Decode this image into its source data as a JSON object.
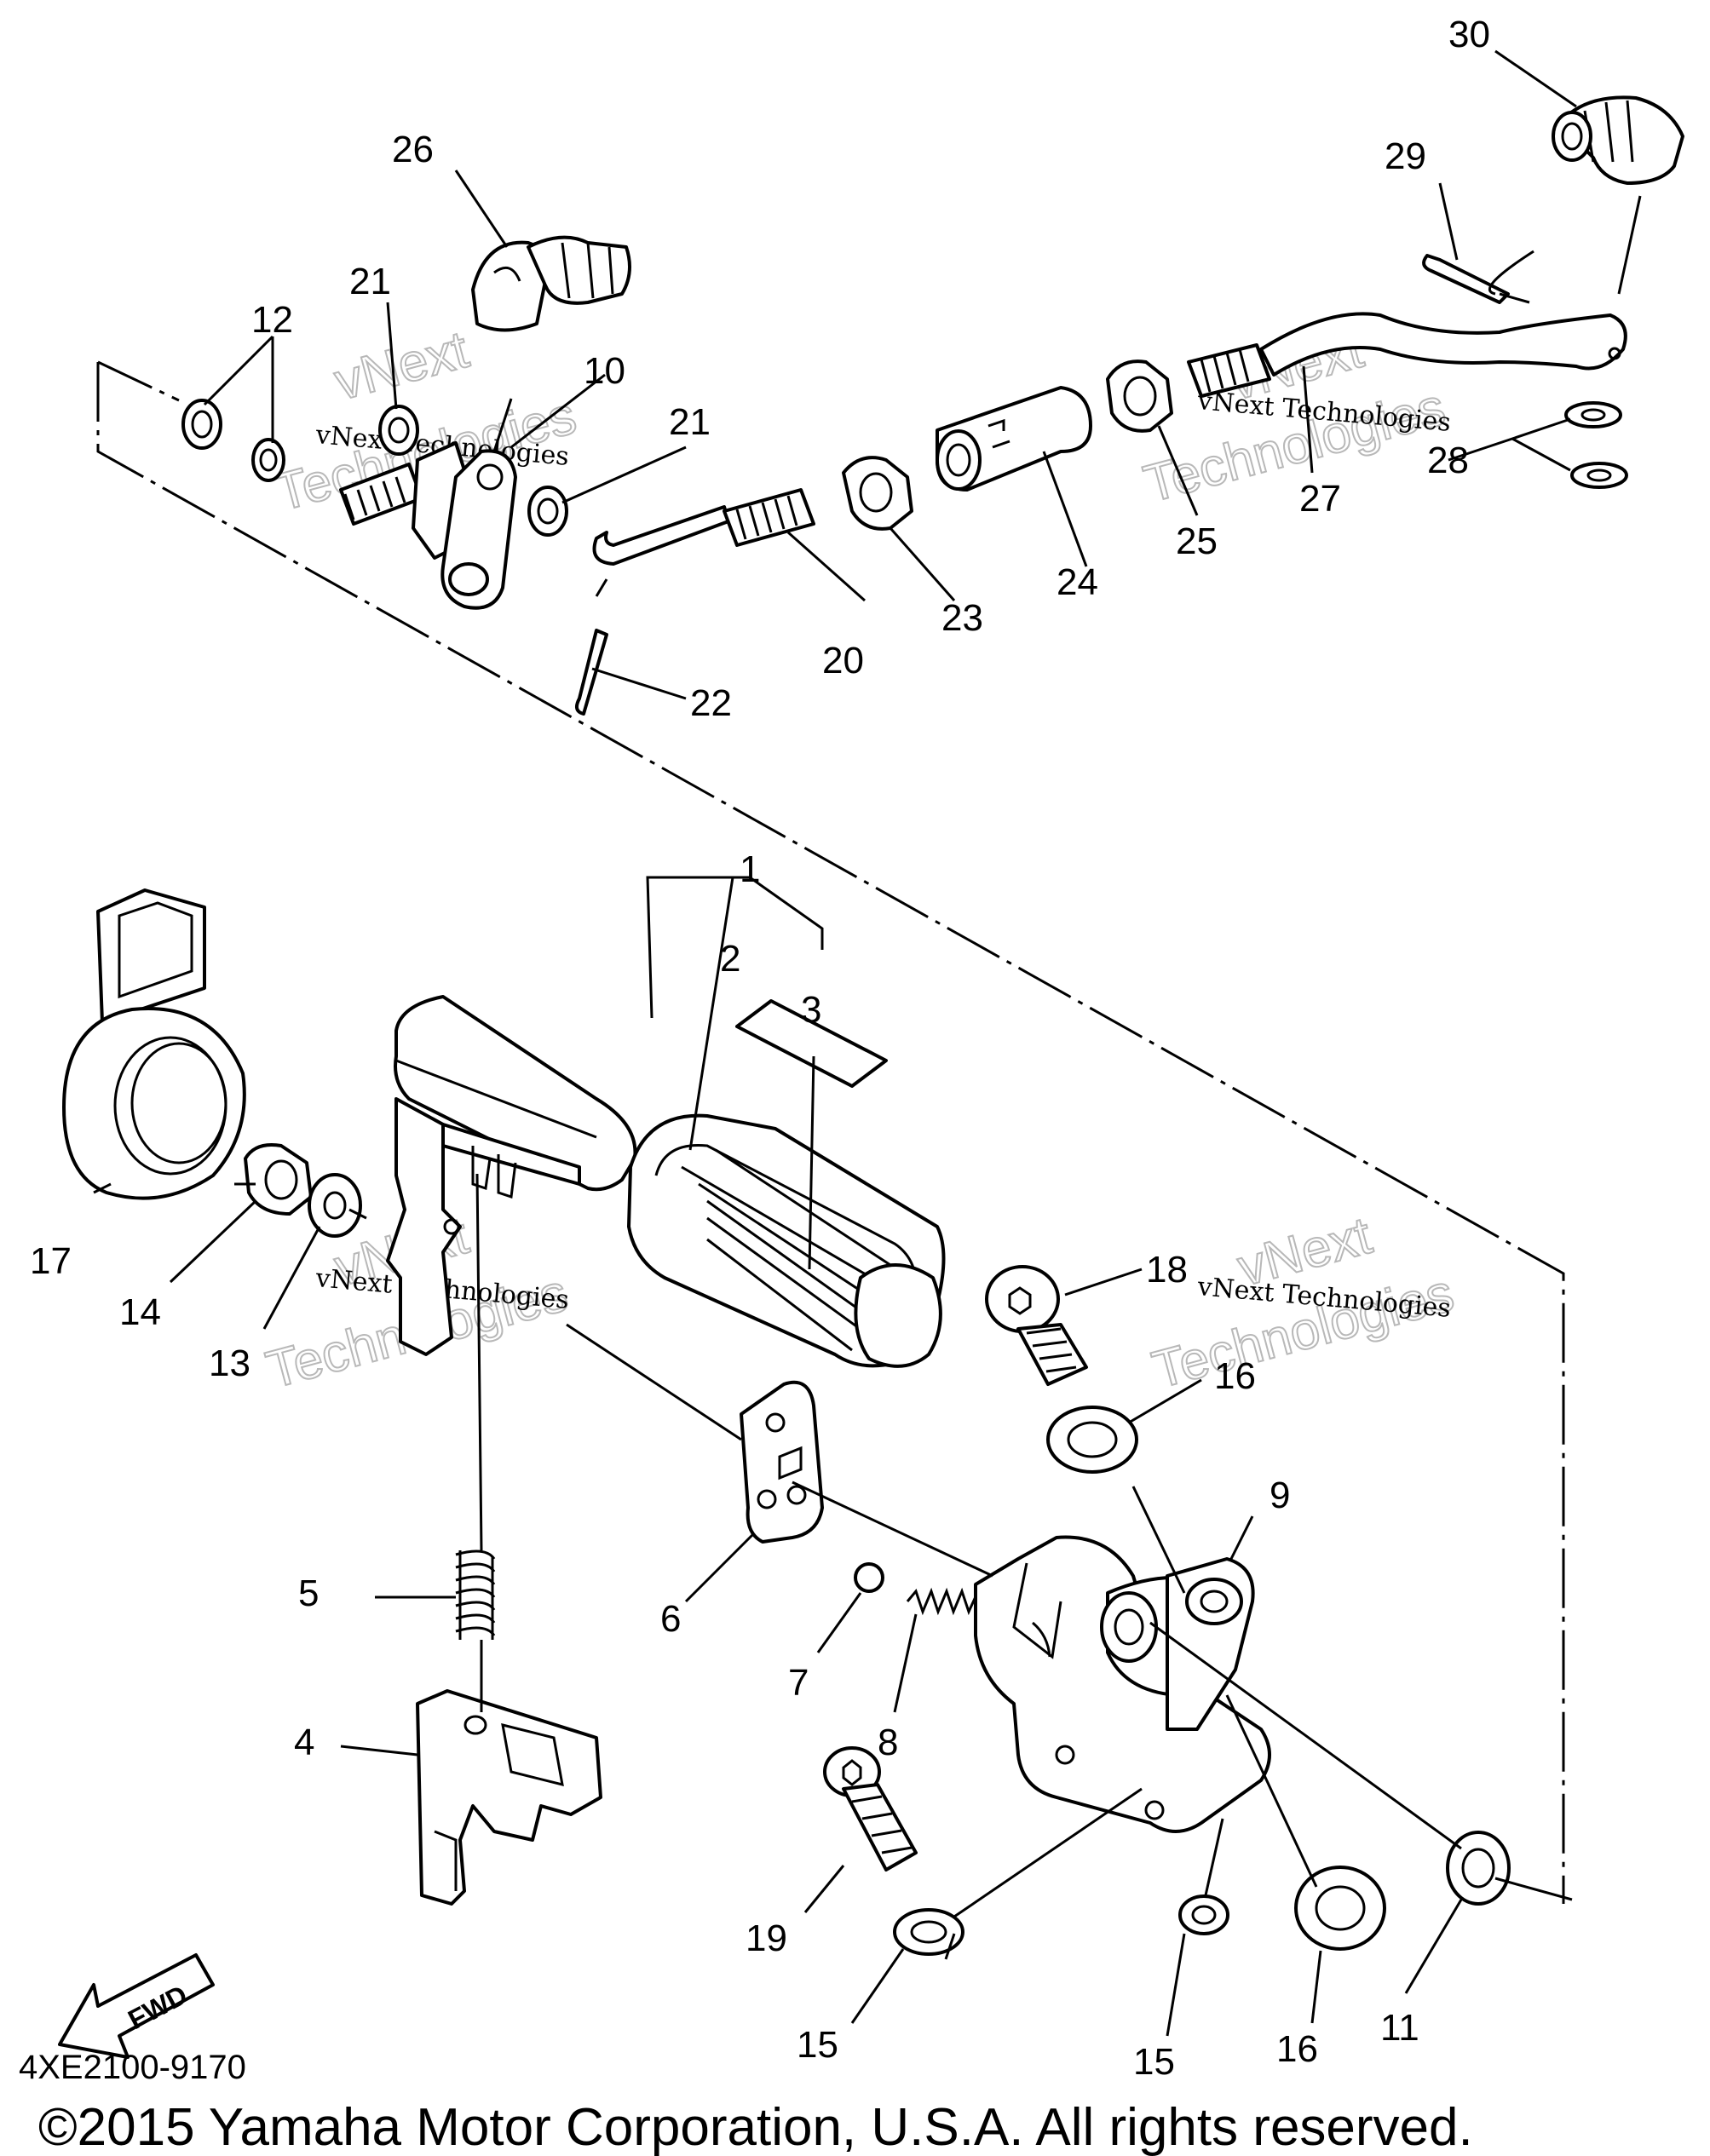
{
  "diagram": {
    "part_code": "4XE2100-9170",
    "copyright": "©2015 Yamaha Motor Corporation, U.S.A. All rights reserved.",
    "fwd_label": "FWD",
    "watermark": "vNext Technologies",
    "watermark_big": [
      "vNext",
      "Technologies"
    ],
    "callouts": [
      "1",
      "2",
      "3",
      "4",
      "5",
      "6",
      "7",
      "8",
      "9",
      "10",
      "11",
      "12",
      "13",
      "14",
      "15",
      "15",
      "16",
      "16",
      "17",
      "18",
      "19",
      "20",
      "21",
      "21",
      "22",
      "23",
      "24",
      "25",
      "26",
      "27",
      "28",
      "29",
      "30"
    ]
  }
}
